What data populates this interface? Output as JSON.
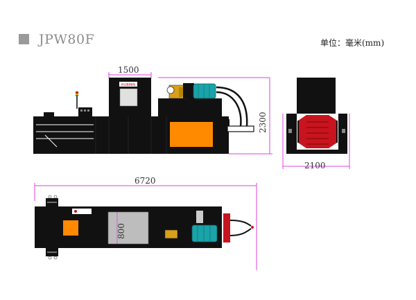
{
  "title": "JPW80F",
  "unit_note": "单位：毫米(mm)",
  "dimensions": {
    "hopper_width": "1500",
    "total_height": "2300",
    "total_width": "2100",
    "total_length": "6720",
    "opening": "800"
  },
  "colors": {
    "machine": "#111111",
    "accent_orange": "#ff8a00",
    "motor_teal": "#1aa3a8",
    "pump_gold": "#d8a016",
    "door_red": "#c8141e",
    "dimension_line": "#e040e0",
    "opening_gray": "#bdbdbd"
  },
  "panel_label": "HUBMIN"
}
